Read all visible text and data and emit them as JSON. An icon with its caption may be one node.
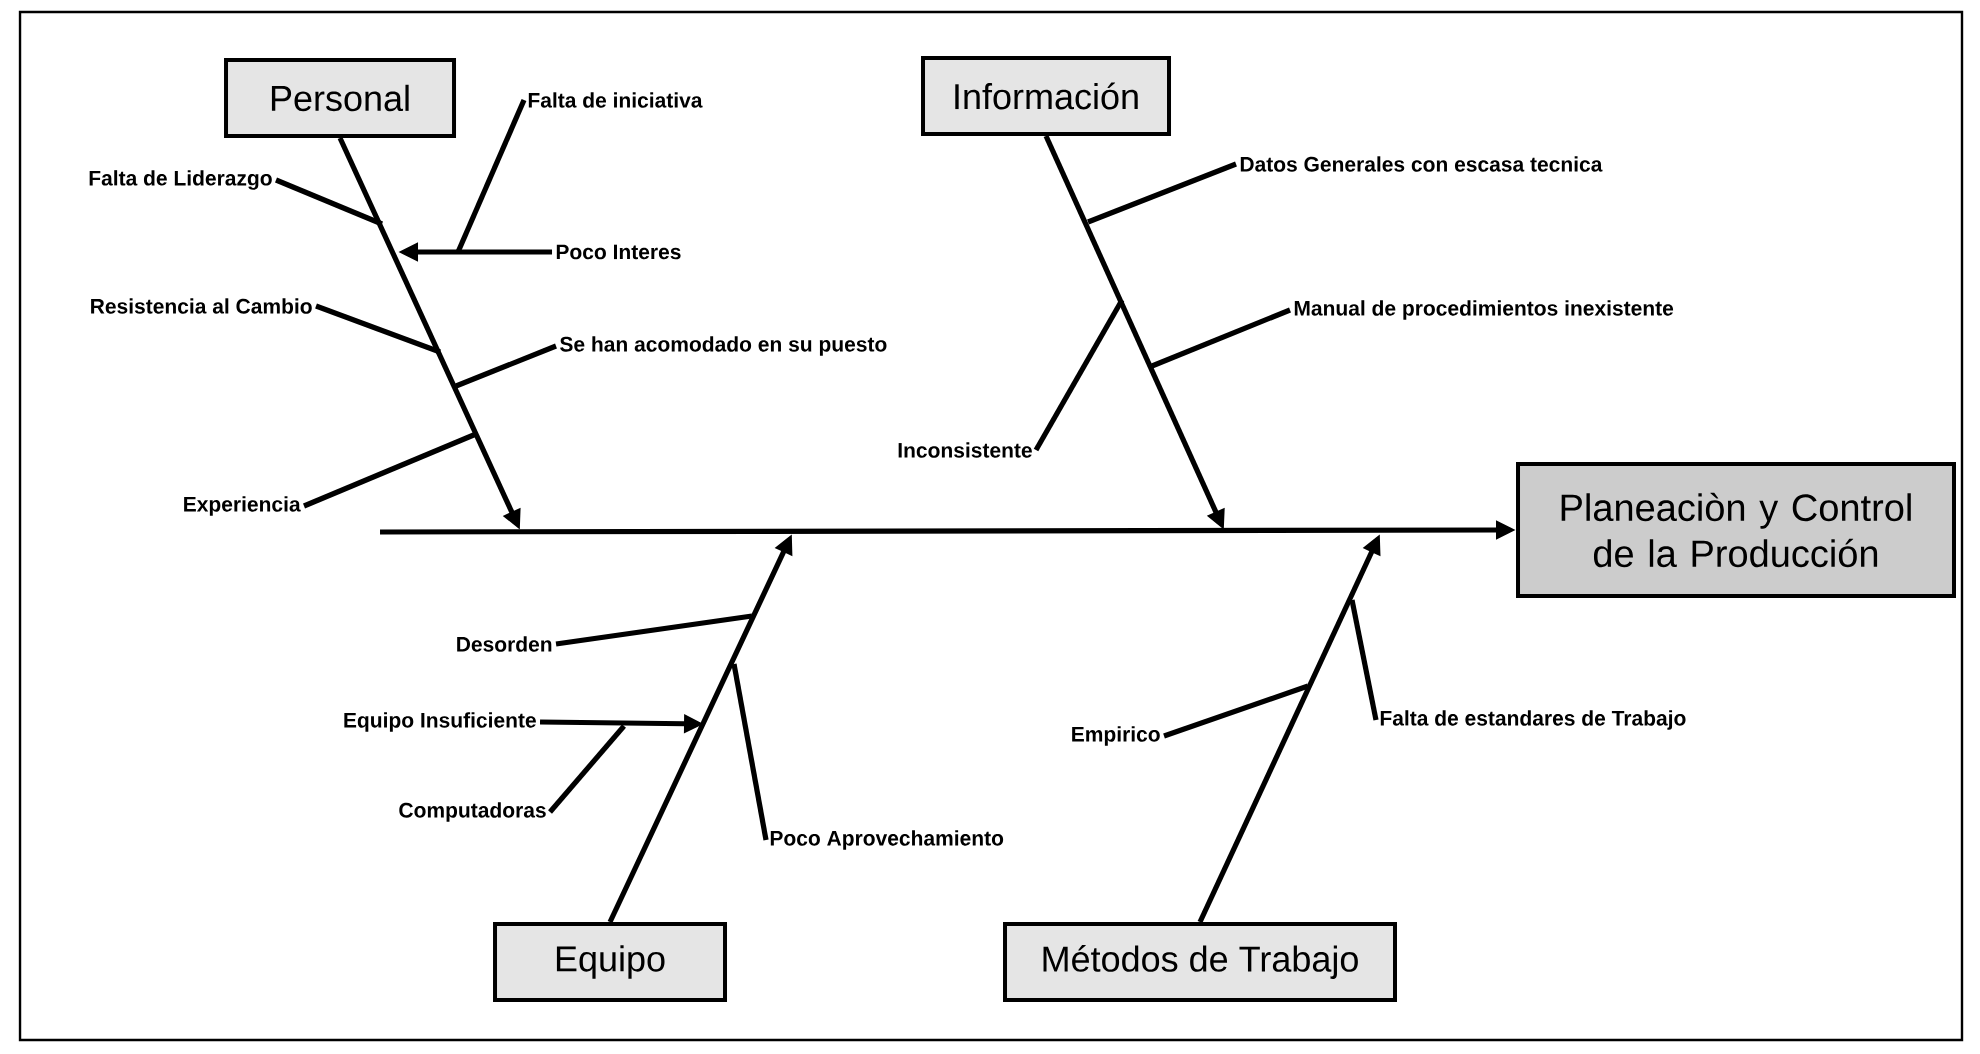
{
  "diagram": {
    "nodes": [
      {
        "text": [
          "Personal"
        ]
      },
      {
        "text": [
          "Falta de iniciativa"
        ]
      },
      {
        "text": [
          "Falta de Liderazgo"
        ]
      },
      {
        "text": [
          "Poco Interes"
        ]
      },
      {
        "text": [
          "Resistencia al Cambio"
        ]
      },
      {
        "text": [
          "Se han acomodado en su puesto"
        ]
      },
      {
        "text": [
          "Experiencia"
        ]
      },
      {
        "text": [
          "Información"
        ]
      },
      {
        "text": [
          "Datos Generales con escasa tecnica"
        ]
      },
      {
        "text": [
          "Manual de procedimientos inexistente"
        ]
      },
      {
        "text": [
          "Inconsistente"
        ]
      },
      {
        "text": [
          "Planeaciòn y Control de la Producción"
        ]
      },
      {
        "text": [
          "Desorden"
        ]
      },
      {
        "text": [
          "Equipo Insuficiente"
        ]
      },
      {
        "text": [
          "Computadoras"
        ]
      },
      {
        "text": [
          "Poco Aprovechamiento"
        ]
      },
      {
        "text": [
          "Empirico"
        ]
      },
      {
        "text": [
          "Falta de estandares de Trabajo"
        ]
      },
      {
        "text": [
          "Equipo"
        ]
      },
      {
        "text": [
          "Métodos de Trabajo"
        ]
      }
    ],
    "edges": [
      {
        "from": null,
        "to": 11,
        "arrow": "to"
      },
      {
        "from": 0,
        "to": null,
        "arrow": "to"
      },
      {
        "from": 7,
        "to": null,
        "arrow": "to"
      },
      {
        "from": 18,
        "to": null,
        "arrow": "to"
      },
      {
        "from": 19,
        "to": null,
        "arrow": "to"
      },
      {
        "from": 1,
        "to": null,
        "arrow": "none"
      },
      {
        "from": 2,
        "to": null,
        "arrow": "none"
      },
      {
        "from": 3,
        "to": null,
        "arrow": "to"
      },
      {
        "from": 4,
        "to": null,
        "arrow": "none"
      },
      {
        "from": 5,
        "to": null,
        "arrow": "none"
      },
      {
        "from": 6,
        "to": null,
        "arrow": "none"
      },
      {
        "from": 8,
        "to": null,
        "arrow": "none"
      },
      {
        "from": 9,
        "to": null,
        "arrow": "none"
      },
      {
        "from": 10,
        "to": null,
        "arrow": "none"
      },
      {
        "from": 12,
        "to": null,
        "arrow": "none"
      },
      {
        "from": 13,
        "to": null,
        "arrow": "to"
      },
      {
        "from": 14,
        "to": null,
        "arrow": "none"
      },
      {
        "from": 15,
        "to": null,
        "arrow": "none"
      },
      {
        "from": 16,
        "to": null,
        "arrow": "none"
      },
      {
        "from": 17,
        "to": null,
        "arrow": "none"
      }
    ]
  }
}
